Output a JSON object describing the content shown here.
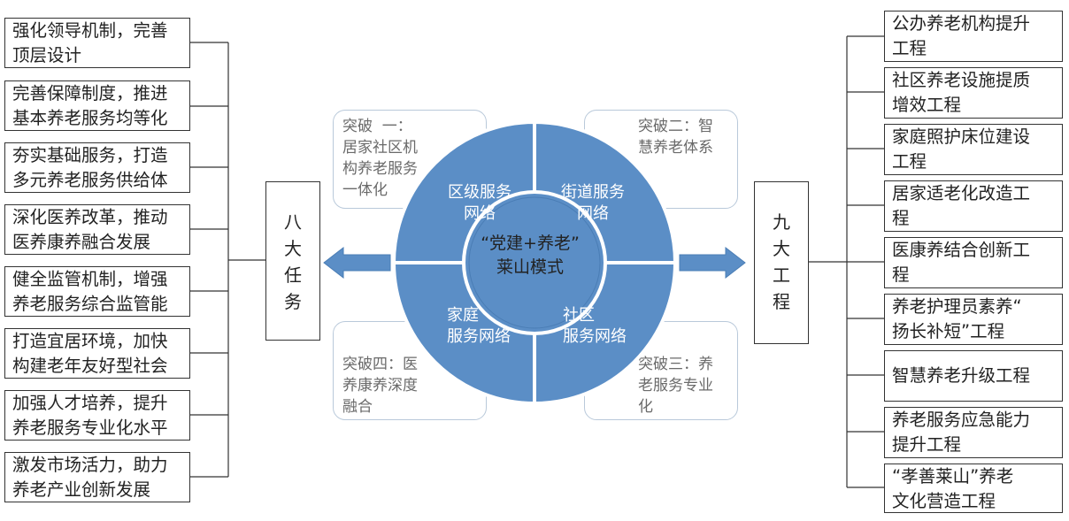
{
  "left": {
    "title": "八\n大\n任\n务",
    "tasks": [
      "强化领导机制，完善\n顶层设计",
      "完善保障制度，推进\n基本养老服务均等化",
      "夯实基础服务，打造\n多元养老服务供给体",
      "深化医养改革，推动\n医养康养融合发展",
      "健全监管机制，增强\n养老服务综合监管能",
      "打造宜居环境，加快\n构建老年友好型社会",
      "加强人才培养，提升\n养老服务专业化水平",
      "激发市场活力，助力\n养老产业创新发展"
    ]
  },
  "right": {
    "title": "九\n大\n工\n程",
    "projects": [
      "公办养老机构提升\n工程",
      "社区养老设施提质\n增效工程",
      "家庭照护床位建设\n工程",
      "居家适老化改造工\n程",
      "医康养结合创新工\n程",
      "养老护理员素养“\n扬长补短”工程",
      "智慧养老升级工程",
      "养老服务应急能力\n提升工程",
      "“孝善莱山”养老\n文化营造工程"
    ]
  },
  "center": {
    "title": "“党建+养老”\n莱山模式",
    "quadrants": {
      "top_left": "区级服务\n网络",
      "top_right": "街道服务\n网络",
      "bottom_left": "家庭\n服务网络",
      "bottom_right": "社区\n服务网络"
    },
    "breakthroughs": {
      "one": "突破  一：\n居家社区机\n构养老服务\n一体化",
      "two": "突破二：智\n慧养老体系",
      "three": "突破三：养\n老服务专业\n化",
      "four": "突破四：医\n养康养深度\n融合"
    }
  },
  "colors": {
    "circle_fill": "#5b8ec6",
    "circle_stroke": "#4a7db5",
    "arrow_fill": "#5b8ec6",
    "breakthrough_border": "#b9c9da"
  }
}
